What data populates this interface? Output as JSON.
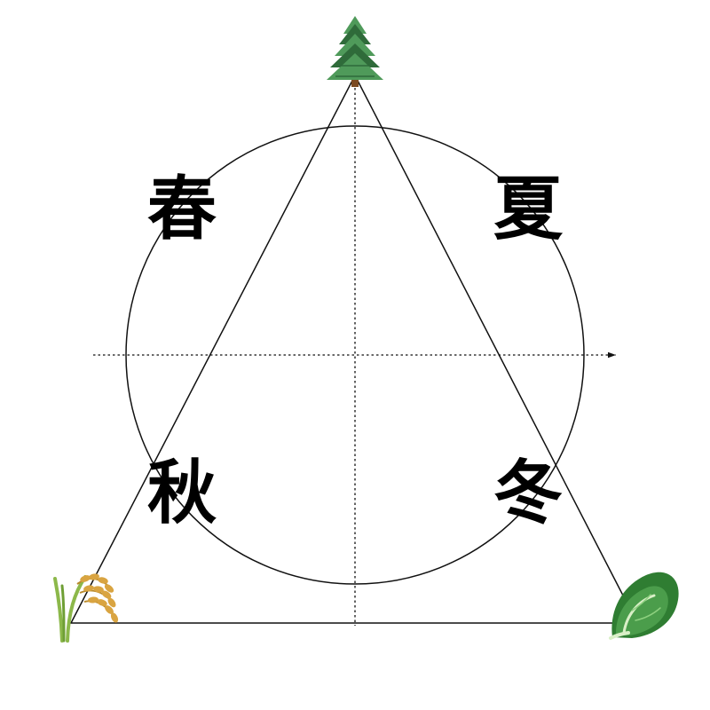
{
  "diagram": {
    "seasons": {
      "spring": "春",
      "summer": "夏",
      "autumn": "秋",
      "winter": "冬"
    },
    "icons": {
      "top": "pine-tree-icon",
      "bottom_left": "rice-plant-icon",
      "bottom_right": "lettuce-icon"
    },
    "colors": {
      "line": "#111111",
      "pine_dark": "#2f6b3a",
      "pine_light": "#4f9a5a",
      "trunk": "#7a4a22",
      "rice_stem": "#8cb84a",
      "rice_grain": "#d9a441",
      "lettuce_dark": "#2f7d32",
      "lettuce_light": "#7cc576"
    }
  }
}
